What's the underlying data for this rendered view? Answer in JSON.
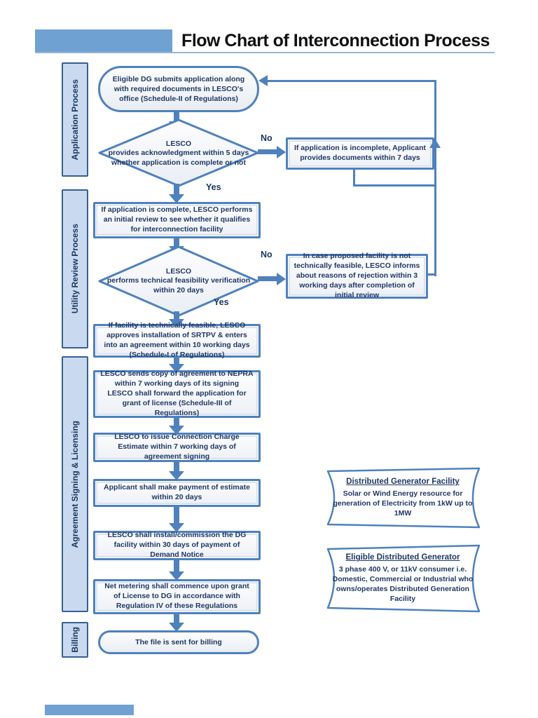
{
  "page": {
    "title": "Flow Chart of Interconnection Process"
  },
  "sidebar": {
    "items": [
      {
        "label": "Application Process"
      },
      {
        "label": "Utility Review Process"
      },
      {
        "label": "Agreement Signing & Licensing"
      },
      {
        "label": "Billing"
      }
    ]
  },
  "flow": {
    "start": "Eligible DG submits application along with required documents in LESCO's office (Schedule-II of Regulations)",
    "decision1_line1": "LESCO",
    "decision1_rest": "provides acknowledgment within 5 days whether application is complete or not",
    "decision1_no": "No",
    "decision1_yes": "Yes",
    "incomplete": "If application is incomplete, Applicant provides documents within 7 days",
    "initial_review": "If application is complete, LESCO performs an initial review to see whether it qualifies for interconnection facility",
    "decision2_line1": "LESCO",
    "decision2_rest": "performs technical feasibility verification within 20 days",
    "decision2_no": "No",
    "decision2_yes": "Yes",
    "rejection": "In case proposed facility is not technically feasible, LESCO informs about reasons of rejection within 3 working days after completion of initial review",
    "approval": "If facility is technically feasible, LESCO approves installation of SRTPV & enters into an agreement within 10 working days (Schedule-I of Regulations)",
    "nepra_line1": "LESCO sends copy of agreement to NEPRA within 7 working days of its signing",
    "nepra_line2": "LESCO shall forward the application for grant of license (Schedule-III of Regulations)",
    "estimate": "LESCO to issue Connection Charge Estimate within 7 working days of agreement signing",
    "payment": "Applicant shall make payment of estimate within 20 days",
    "commission": "LESCO shall install/commission the DG facility within 30 days of payment of Demand Notice",
    "net_metering": "Net metering shall commence upon grant of License to DG in accordance with Regulation IV of these Regulations",
    "end": "The file is sent for billing"
  },
  "callouts": [
    {
      "title": "Distributed Generator Facility",
      "body": "Solar or Wind Energy resource for generation of Electricity from 1kW up to 1MW"
    },
    {
      "title": "Eligible Distributed Generator",
      "body": "3 phase 400 V, or 11kV consumer i.e. Domestic, Commercial or Industrial who owns/operates Distributed Generation Facility"
    }
  ],
  "colors": {
    "accent": "#4F81BD",
    "sidebar_fill": "#C9DAF0",
    "title_bar": "#6FA2D3",
    "text_navy": "#1F3864"
  }
}
